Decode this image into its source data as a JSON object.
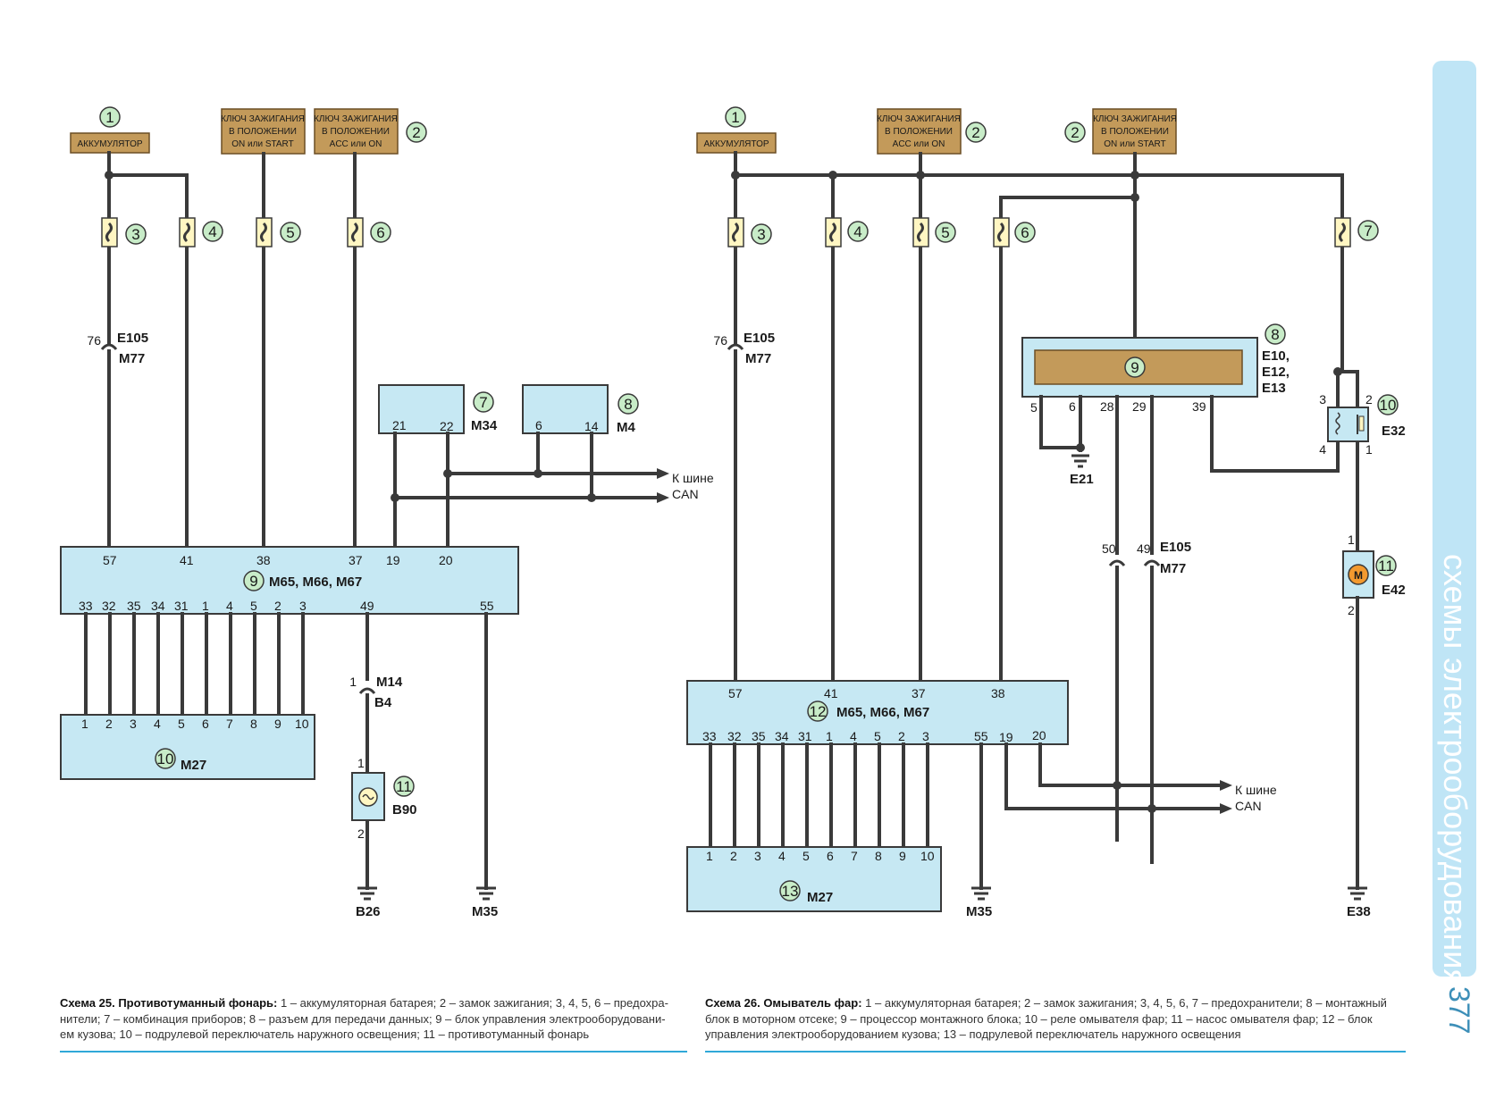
{
  "page_number": "377",
  "section_title": "схемы электрооборудования",
  "bus_label": {
    "line1": "К шине",
    "line2": "CAN"
  },
  "tan_labels": {
    "battery": "АККУМУЛЯТОР",
    "key_on_start": [
      "КЛЮЧ ЗАЖИГАНИЯ",
      "В ПОЛОЖЕНИИ",
      "ON или START"
    ],
    "key_acc_on": [
      "КЛЮЧ ЗАЖИГАНИЯ",
      "В ПОЛОЖЕНИИ",
      "ACC или ON"
    ]
  },
  "diagram25": {
    "connector_e105": {
      "pin": "76",
      "line1": "E105",
      "line2": "M77"
    },
    "m34": {
      "label": "M34",
      "pins": [
        "21",
        "22"
      ]
    },
    "m4": {
      "label": "M4",
      "pins": [
        "6",
        "14"
      ]
    },
    "main_block": {
      "label": "M65, M66, M67",
      "top_pins": [
        "57",
        "41",
        "38",
        "37",
        "19",
        "20"
      ],
      "bottom_pins": [
        "33",
        "32",
        "35",
        "34",
        "31",
        "1",
        "4",
        "5",
        "2",
        "3",
        "49",
        "55"
      ]
    },
    "m27": {
      "label": "M27",
      "pins": [
        "1",
        "2",
        "3",
        "4",
        "5",
        "6",
        "7",
        "8",
        "9",
        "10"
      ]
    },
    "connector_m14": {
      "pin": "1",
      "line1": "M14",
      "line2": "B4"
    },
    "lamp": {
      "label": "B90",
      "pin_top": "1",
      "pin_bottom": "2"
    },
    "grounds": [
      "B26",
      "M35"
    ],
    "caption": {
      "title": "Схема 25. Противотуманный фонарь:",
      "lines": [
        " 1 – аккумуляторная батарея; 2 – замок зажигания; 3, 4, 5, 6 – предохра-",
        "нители; 7 – комбинация приборов; 8 – разъем для передачи данных; 9 – блок управления электрооборудовани-",
        "ем кузова; 10 – подрулевой переключатель наружного освещения; 11 – противотуманный фонарь"
      ]
    }
  },
  "diagram26": {
    "connector_e105": {
      "pin": "76",
      "line1": "E105",
      "line2": "M77"
    },
    "mount_block": {
      "labels": [
        "E10,",
        "E12,",
        "E13"
      ],
      "pins": [
        "5",
        "6",
        "28",
        "29",
        "39"
      ]
    },
    "ground_e21": "E21",
    "connector_can": {
      "pins": [
        "50",
        "49"
      ],
      "line1": "E105",
      "line2": "M77"
    },
    "relay": {
      "label": "E32",
      "pins": [
        "3",
        "2",
        "4",
        "1"
      ]
    },
    "pump": {
      "label": "E42",
      "symbol": "M",
      "pin_top": "1",
      "pin_bottom": "2"
    },
    "main_block": {
      "label": "M65, M66, M67",
      "top_pins": [
        "57",
        "41",
        "37",
        "38"
      ],
      "bottom_pins": [
        "33",
        "32",
        "35",
        "34",
        "31",
        "1",
        "4",
        "5",
        "2",
        "3",
        "55",
        "19",
        "20"
      ]
    },
    "m27": {
      "label": "M27",
      "pins": [
        "1",
        "2",
        "3",
        "4",
        "5",
        "6",
        "7",
        "8",
        "9",
        "10"
      ]
    },
    "grounds": [
      "M35",
      "E38"
    ],
    "caption": {
      "title": "Схема 26. Омыватель фар:",
      "lines": [
        " 1 – аккумуляторная батарея; 2 – замок зажигания; 3, 4, 5, 6, 7 – предохранители; 8 –  монтажный",
        "блок в моторном отсеке; 9 – процессор монтажного блока; 10 – реле омывателя фар; 11 – насос омывателя фар; 12 – блок",
        "управления электрооборудованием кузова; 13 – подрулевой переключатель наружного освещения"
      ]
    }
  }
}
